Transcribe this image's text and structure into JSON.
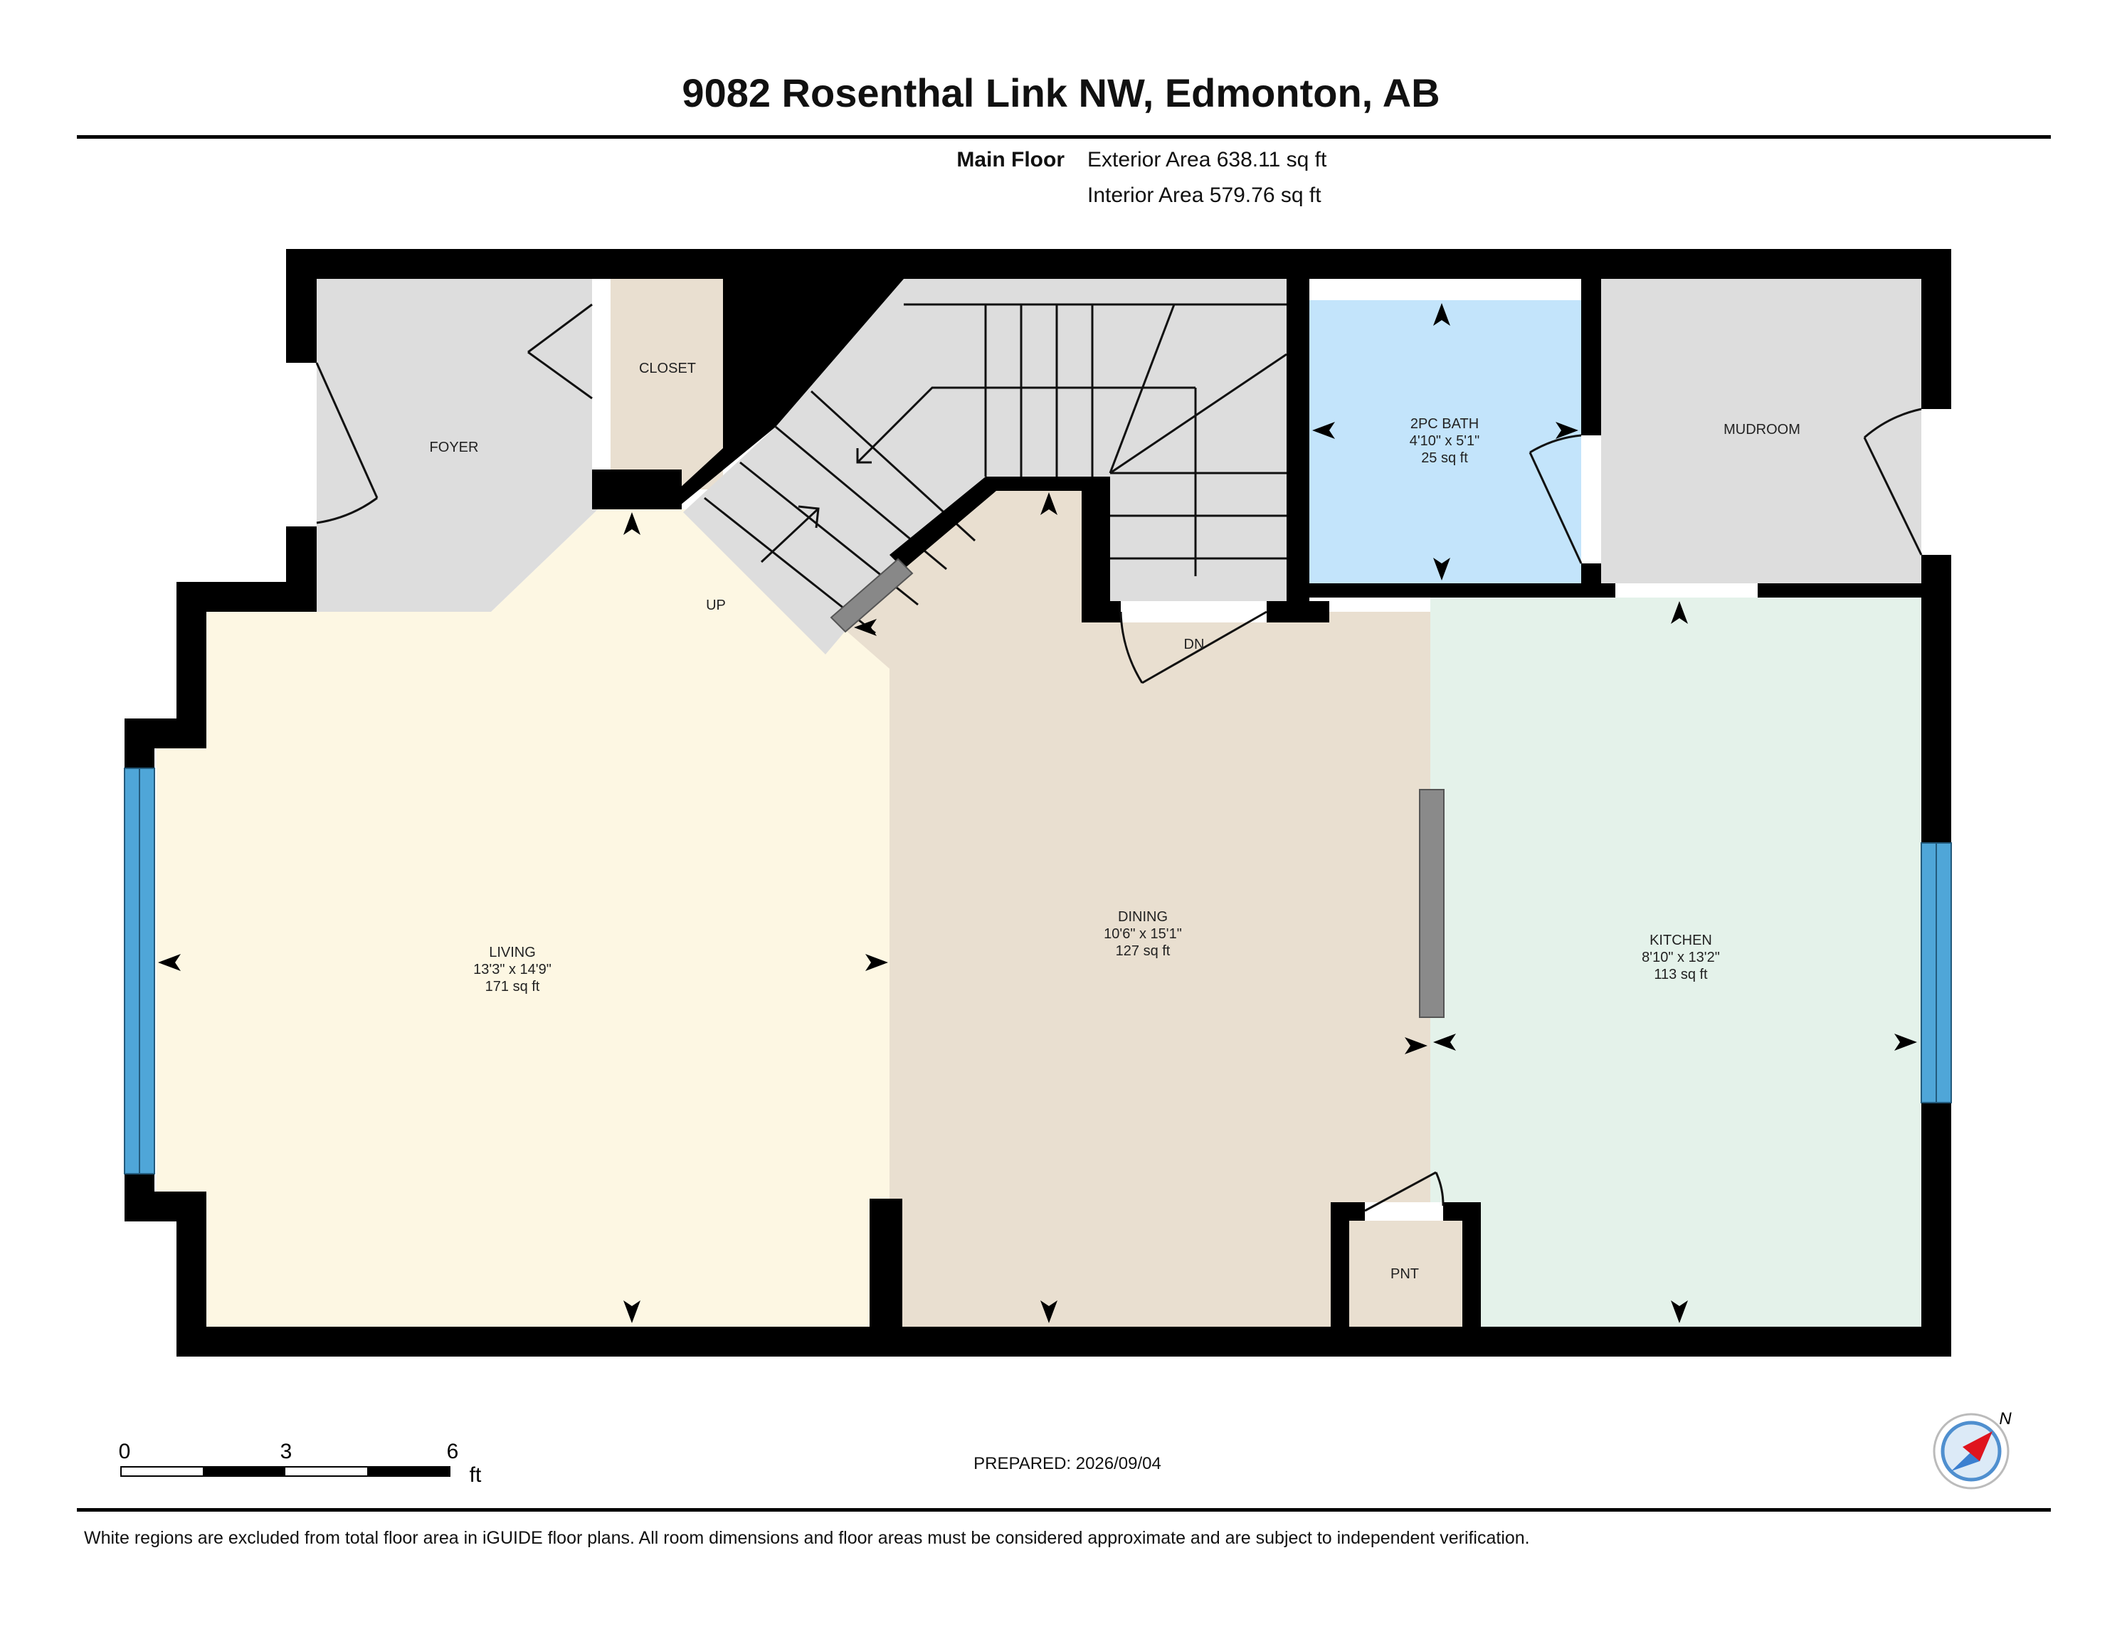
{
  "header": {
    "address": "9082 Rosenthal Link NW, Edmonton, AB",
    "floor_name": "Main Floor",
    "exterior_area": "Exterior Area 638.11 sq ft",
    "interior_area": "Interior Area 579.76 sq ft"
  },
  "rooms": {
    "foyer": {
      "name": "FOYER"
    },
    "closet": {
      "name": "CLOSET"
    },
    "bath": {
      "name": "2PC BATH",
      "dims": "4'10\" x 5'1\"",
      "area": "25 sq ft"
    },
    "mudroom": {
      "name": "MUDROOM"
    },
    "living": {
      "name": "LIVING",
      "dims": "13'3\" x 14'9\"",
      "area": "171 sq ft"
    },
    "dining": {
      "name": "DINING",
      "dims": "10'6\" x 15'1\"",
      "area": "127 sq ft"
    },
    "kitchen": {
      "name": "KITCHEN",
      "dims": "8'10\" x 13'2\"",
      "area": "113 sq ft"
    },
    "pantry": {
      "name": "PNT"
    }
  },
  "stairs": {
    "up_label": "UP",
    "down_label": "DN"
  },
  "scale_bar": {
    "ticks": [
      "0",
      "3",
      "6"
    ],
    "unit": "ft"
  },
  "prepared": "PREPARED: 2026/09/04",
  "compass": {
    "label": "N"
  },
  "disclaimer": "White regions are excluded from total floor area in iGUIDE floor plans. All room dimensions and floor areas must be considered approximate and are subject to independent verification.",
  "colors": {
    "wall": "#000000",
    "living": "#fdf7e3",
    "dining": "#e9dfd0",
    "kitchen": "#e4f2ea",
    "bath": "#c3e4fb",
    "grey_room": "#dddddd",
    "closet": "#e9dfd0",
    "window": "#4fa6d8"
  }
}
